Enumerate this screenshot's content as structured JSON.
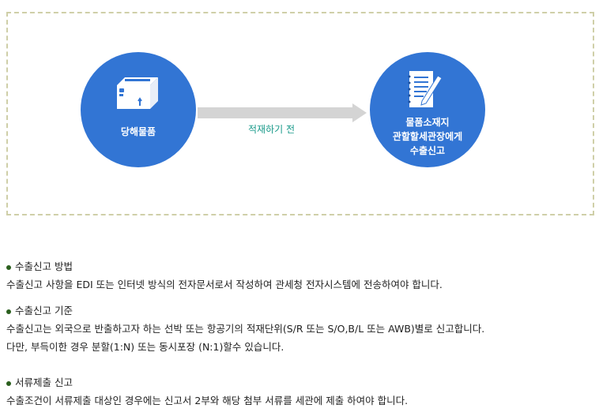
{
  "diagram": {
    "left_circle_label": "당해물품",
    "arrow_label": "적재하기 전",
    "right_circle_lines": [
      "물품소재지",
      "관할할세관장에게",
      "수출신고"
    ]
  },
  "sections": [
    {
      "title": "수출신고 방법",
      "lines": [
        "수출신고 사항을 EDI 또는 인터넷 방식의 전자문서로서 작성하여 관세청 전자시스템에 전송하여야 합니다."
      ]
    },
    {
      "title": "수출신고 기준",
      "lines": [
        "수출신고는 외국으로 반출하고자 하는 선박 또는 항공기의 적재단위(S/R 또는 S/O,B/L 또는 AWB)별로 신고합니다.",
        "다만, 부득이한 경우 분할(1:N) 또는 동시포장 (N:1)할수 있습니다."
      ]
    },
    {
      "title": "서류제출 신고",
      "lines": [
        "수출조건이 서류제출 대상인 경우에는 신고서 2부와 해당 첨부 서류를 세관에 제출 하여야 합니다."
      ]
    }
  ]
}
